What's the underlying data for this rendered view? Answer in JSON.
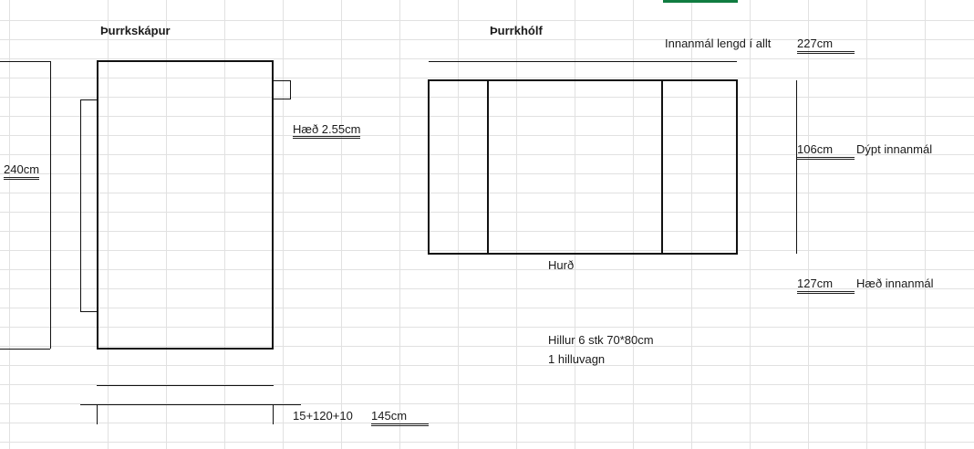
{
  "labels": {
    "title_left": "Þurrkskápur",
    "title_right": "Þurrkhólf",
    "inner_length_label": "Innanmál lengd í allt",
    "inner_length_value": "227cm",
    "left_height_value": "240cm",
    "height_label": "Hæð 2.55cm",
    "depth_value": "106cm",
    "depth_label": "Dýpt innanmál",
    "door_label": "Hurð",
    "inner_height_value": "127cm",
    "inner_height_label": "Hæð innanmál",
    "shelves_line1": "Hillur 6 stk 70*80cm",
    "shelves_line2": "1 hilluvagn",
    "width_formula": "15+120+10",
    "width_total": "145cm"
  }
}
